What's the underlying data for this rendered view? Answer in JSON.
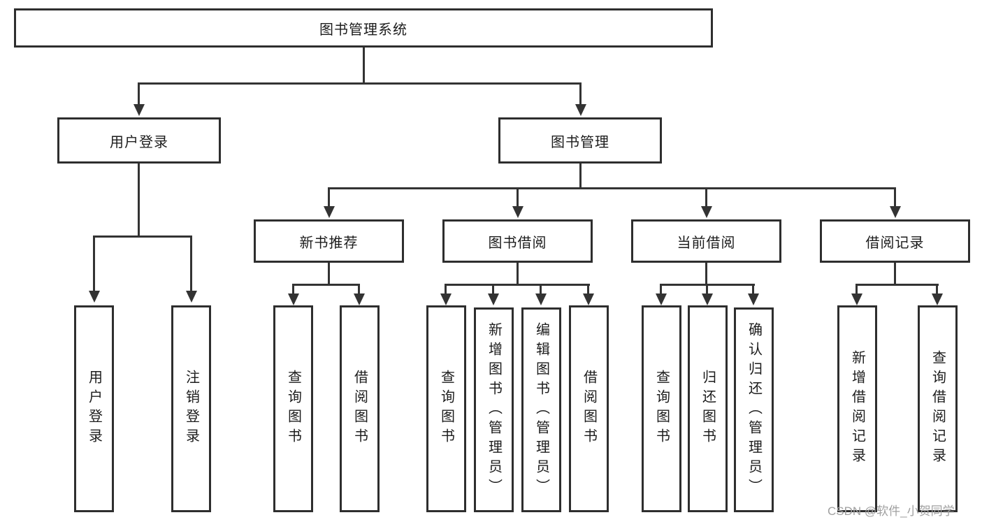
{
  "diagram_type": "hierarchy-tree",
  "nodes": {
    "root": "图书管理系统",
    "user_login": "用户登录",
    "book_management": "图书管理",
    "new_book_recommend": "新书推荐",
    "book_borrow": "图书借阅",
    "current_borrow": "当前借阅",
    "borrow_records": "借阅记录",
    "leaf_user_login": "用户登录",
    "leaf_logout": "注销登录",
    "leaf_query_books_1": "查询图书",
    "leaf_borrow_books_1": "借阅图书",
    "leaf_query_books_2": "查询图书",
    "leaf_add_books": "新增图书（管理员）",
    "leaf_edit_books": "编辑图书（管理员）",
    "leaf_borrow_books_2": "借阅图书",
    "leaf_query_books_3": "查询图书",
    "leaf_return_books": "归还图书",
    "leaf_confirm_return": "确认归还（管理员）",
    "leaf_add_borrow_record": "新增借阅记录",
    "leaf_query_borrow_record": "查询借阅记录"
  },
  "hierarchy": {
    "图书管理系统": {
      "用户登录": [
        "用户登录",
        "注销登录"
      ],
      "图书管理": {
        "新书推荐": [
          "查询图书",
          "借阅图书"
        ],
        "图书借阅": [
          "查询图书",
          "新增图书（管理员）",
          "编辑图书（管理员）",
          "借阅图书"
        ],
        "当前借阅": [
          "查询图书",
          "归还图书",
          "确认归还（管理员）"
        ],
        "借阅记录": [
          "新增借阅记录",
          "查询借阅记录"
        ]
      }
    }
  },
  "watermark": "CSDN @软件_小贺同学",
  "colors": {
    "line": "#333333",
    "box_border": "#2e2e2e",
    "text": "#1c1c1c",
    "watermark": "#a0a0a0",
    "background": "#ffffff"
  }
}
